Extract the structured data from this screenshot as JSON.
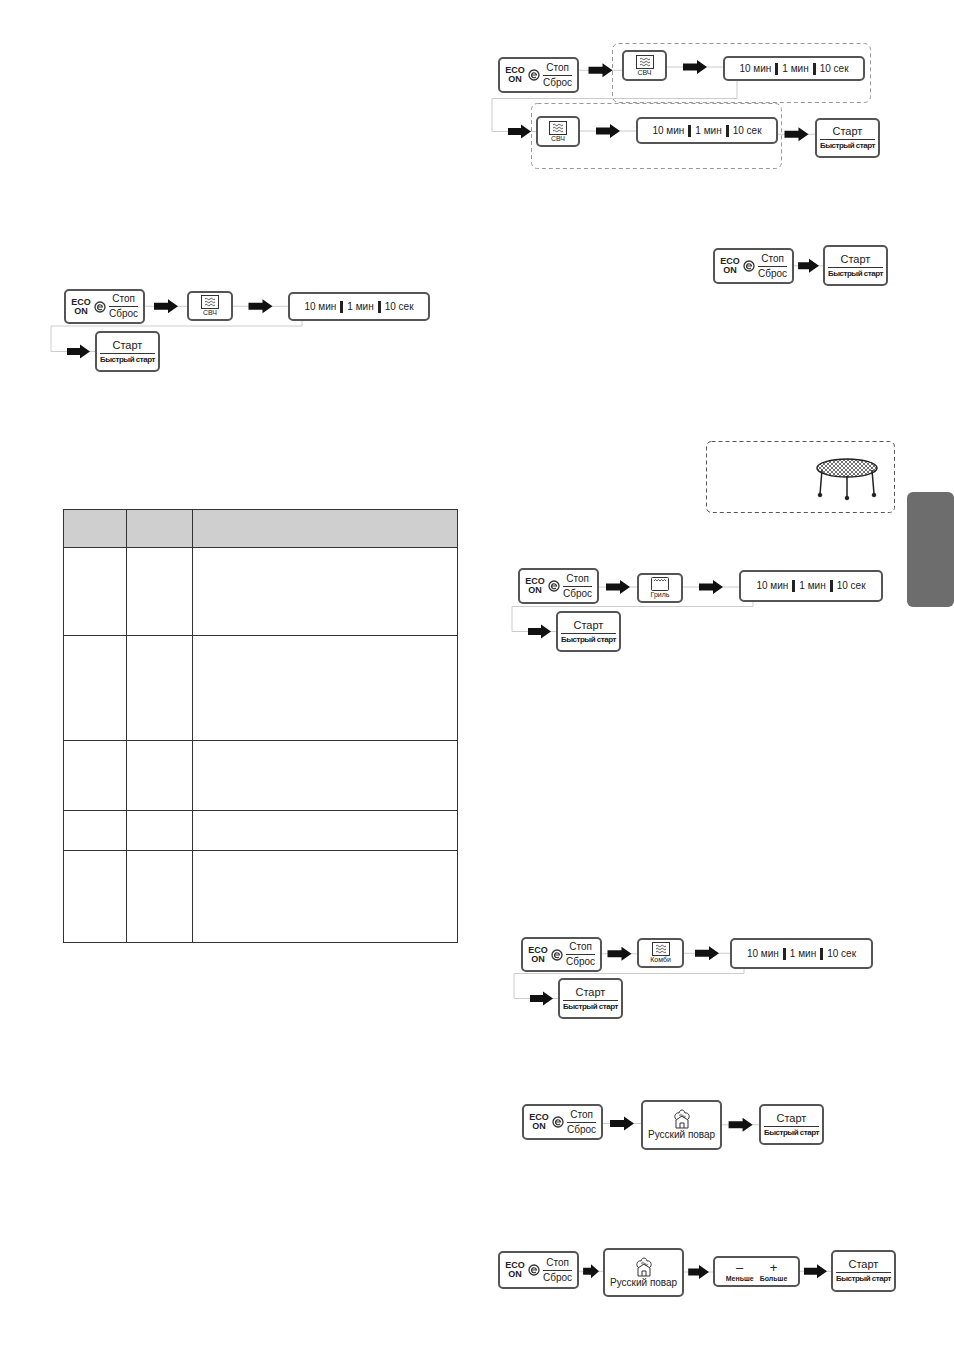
{
  "diagram": {
    "nodes": [
      {
        "text": [
          "ECO ON",
          "Стоп",
          "Сброс"
        ]
      },
      {
        "text": [
          "СВЧ"
        ]
      },
      {
        "text": [
          "10 мин",
          "1 мин",
          "10 сек"
        ]
      },
      {
        "text": [
          "Старт",
          "Быстрый старт"
        ]
      },
      {
        "text": [
          "ECO ON",
          "Стоп",
          "Сброс"
        ]
      },
      {
        "text": [
          "СВЧ"
        ]
      },
      {
        "text": [
          "10 мин",
          "1 мин",
          "10 сек"
        ]
      },
      {
        "text": [
          "СВЧ"
        ]
      },
      {
        "text": [
          "10 мин",
          "1 мин",
          "10 сек"
        ]
      },
      {
        "text": [
          "Старт",
          "Быстрый старт"
        ]
      },
      {
        "text": [
          "ECO ON",
          "Стоп",
          "Сброс"
        ]
      },
      {
        "text": [
          "Старт",
          "Быстрый старт"
        ]
      },
      {
        "text": [
          "ECO ON",
          "Стоп",
          "Сброс"
        ]
      },
      {
        "text": [
          "Гриль"
        ]
      },
      {
        "text": [
          "10 мин",
          "1 мин",
          "10 сек"
        ]
      },
      {
        "text": [
          "Старт",
          "Быстрый старт"
        ]
      },
      {
        "text": [
          "ECO ON",
          "Стоп",
          "Сброс"
        ]
      },
      {
        "text": [
          "Комби"
        ]
      },
      {
        "text": [
          "10 мин",
          "1 мин",
          "10 сек"
        ]
      },
      {
        "text": [
          "Старт",
          "Быстрый старт"
        ]
      },
      {
        "text": [
          "ECO ON",
          "Стоп",
          "Сброс"
        ]
      },
      {
        "text": [
          "Русский повар"
        ]
      },
      {
        "text": [
          "Старт",
          "Быстрый старт"
        ]
      },
      {
        "text": [
          "ECO ON",
          "Стоп",
          "Сброс"
        ]
      },
      {
        "text": [
          "Русский повар"
        ]
      },
      {
        "text": [
          "–",
          "+",
          "Меньше",
          "Больше"
        ]
      },
      {
        "text": [
          "Старт",
          "Быстрый старт"
        ]
      }
    ],
    "edges": [
      {
        "from": 0,
        "to": 1,
        "arrow": "to"
      },
      {
        "from": 1,
        "to": 2,
        "arrow": "to"
      },
      {
        "from": 2,
        "to": 3,
        "arrow": "to"
      },
      {
        "from": 4,
        "to": 5,
        "arrow": "to"
      },
      {
        "from": 5,
        "to": 6,
        "arrow": "to"
      },
      {
        "from": 6,
        "to": 7,
        "arrow": "to"
      },
      {
        "from": 7,
        "to": 8,
        "arrow": "to"
      },
      {
        "from": 8,
        "to": 9,
        "arrow": "to"
      },
      {
        "from": 10,
        "to": 11,
        "arrow": "to"
      },
      {
        "from": 12,
        "to": 13,
        "arrow": "to"
      },
      {
        "from": 13,
        "to": 14,
        "arrow": "to"
      },
      {
        "from": 14,
        "to": 15,
        "arrow": "to"
      },
      {
        "from": 16,
        "to": 17,
        "arrow": "to"
      },
      {
        "from": 17,
        "to": 18,
        "arrow": "to"
      },
      {
        "from": 18,
        "to": 19,
        "arrow": "to"
      },
      {
        "from": 20,
        "to": 21,
        "arrow": "to"
      },
      {
        "from": 21,
        "to": 22,
        "arrow": "to"
      },
      {
        "from": 23,
        "to": 24,
        "arrow": "to"
      },
      {
        "from": 24,
        "to": 25,
        "arrow": "to"
      },
      {
        "from": 25,
        "to": 26,
        "arrow": "to"
      }
    ]
  }
}
